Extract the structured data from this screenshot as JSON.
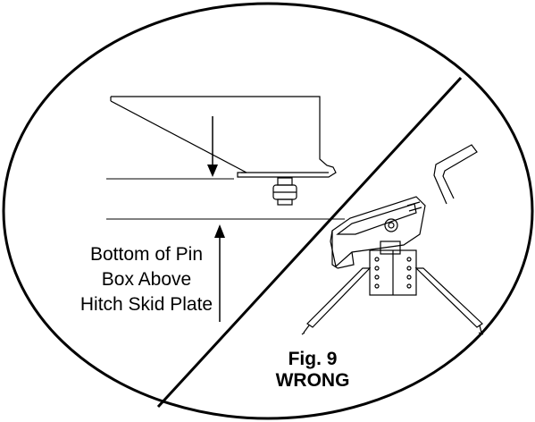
{
  "figure": {
    "label_lines": [
      "Bottom of Pin",
      "Box Above",
      "Hitch Skid Plate"
    ],
    "fig_number": "Fig. 9",
    "verdict": "WRONG",
    "line_color": "#000000",
    "background": "#ffffff"
  }
}
